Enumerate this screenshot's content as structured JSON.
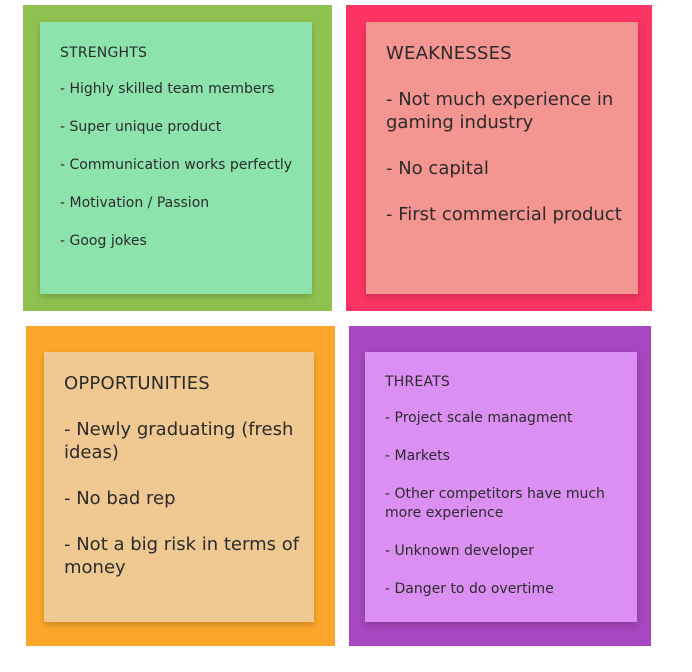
{
  "colors": {
    "strengths_frame": "#8fc150",
    "strengths_note": "#8de3ac",
    "weaknesses_frame": "#fb3463",
    "weaknesses_note": "#f49592",
    "opportunities_frame": "#fca72b",
    "opportunities_note": "#efc991",
    "threats_frame": "#a547bf",
    "threats_note": "#dc8ff3"
  },
  "strengths": {
    "title": "STRENGHTS",
    "items": [
      "- Highly skilled team members",
      "- Super unique product",
      "- Communication works perfectly",
      "- Motivation / Passion",
      "- Goog jokes"
    ]
  },
  "weaknesses": {
    "title": "WEAKNESSES",
    "items": [
      "- Not much experience in gaming industry",
      "- No capital",
      "- First commercial product"
    ]
  },
  "opportunities": {
    "title": "OPPORTUNITIES",
    "items": [
      "- Newly graduating (fresh ideas)",
      "- No bad rep",
      "- Not a big risk in terms of money"
    ]
  },
  "threats": {
    "title": "THREATS",
    "items": [
      "- Project scale managment",
      "- Markets",
      "- Other competitors have much more experience",
      "- Unknown developer",
      "- Danger to do overtime"
    ]
  }
}
